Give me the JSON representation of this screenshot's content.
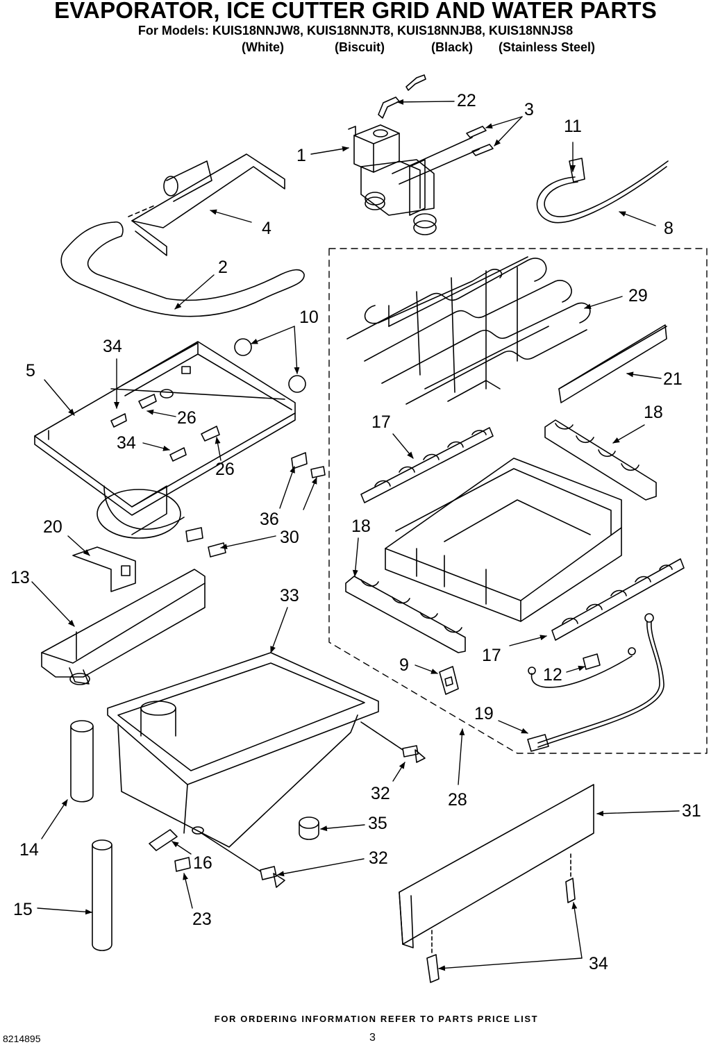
{
  "header": {
    "title": "EVAPORATOR, ICE CUTTER GRID AND WATER PARTS",
    "models_line": "For Models: KUIS18NNJW8, KUIS18NNJT8, KUIS18NNJB8, KUIS18NNJS8",
    "variants": [
      "(White)",
      "(Biscuit)",
      "(Black)",
      "(Stainless Steel)"
    ]
  },
  "callouts": [
    {
      "id": "c22",
      "label": "22"
    },
    {
      "id": "c3",
      "label": "3"
    },
    {
      "id": "c11",
      "label": "11"
    },
    {
      "id": "c1",
      "label": "1"
    },
    {
      "id": "c4",
      "label": "4"
    },
    {
      "id": "c8",
      "label": "8"
    },
    {
      "id": "c2",
      "label": "2"
    },
    {
      "id": "c29",
      "label": "29"
    },
    {
      "id": "c10",
      "label": "10"
    },
    {
      "id": "c34a",
      "label": "34"
    },
    {
      "id": "c5",
      "label": "5"
    },
    {
      "id": "c21",
      "label": "21"
    },
    {
      "id": "c26a",
      "label": "26"
    },
    {
      "id": "c17a",
      "label": "17"
    },
    {
      "id": "c18a",
      "label": "18"
    },
    {
      "id": "c34b",
      "label": "34"
    },
    {
      "id": "c26b",
      "label": "26"
    },
    {
      "id": "c36",
      "label": "36"
    },
    {
      "id": "c30",
      "label": "30"
    },
    {
      "id": "c20",
      "label": "20"
    },
    {
      "id": "c18b",
      "label": "18"
    },
    {
      "id": "c13",
      "label": "13"
    },
    {
      "id": "c33",
      "label": "33"
    },
    {
      "id": "c17b",
      "label": "17"
    },
    {
      "id": "c9",
      "label": "9"
    },
    {
      "id": "c12",
      "label": "12"
    },
    {
      "id": "c19",
      "label": "19"
    },
    {
      "id": "c32a",
      "label": "32"
    },
    {
      "id": "c28",
      "label": "28"
    },
    {
      "id": "c31",
      "label": "31"
    },
    {
      "id": "c35",
      "label": "35"
    },
    {
      "id": "c14",
      "label": "14"
    },
    {
      "id": "c16",
      "label": "16"
    },
    {
      "id": "c32b",
      "label": "32"
    },
    {
      "id": "c15",
      "label": "15"
    },
    {
      "id": "c23",
      "label": "23"
    },
    {
      "id": "c34c",
      "label": "34"
    }
  ],
  "footer": {
    "ordering_note": "FOR ORDERING INFORMATION REFER TO PARTS PRICE LIST",
    "document_number": "8214895",
    "page_number": "3"
  }
}
